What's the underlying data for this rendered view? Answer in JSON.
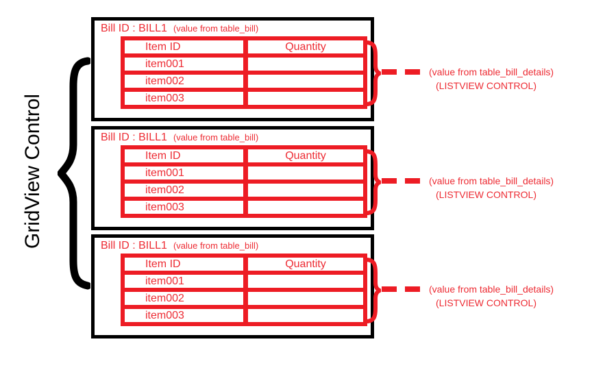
{
  "colors": {
    "accent_red": "#ED1C24",
    "text_red": "#ED2B33",
    "black": "#000000"
  },
  "gridview": {
    "label": "GridView Control"
  },
  "boxes": [
    {
      "bill_label": "Bill ID : BILL1",
      "bill_note": "(value from table_bill)",
      "table": {
        "headers": [
          "Item ID",
          "Quantity"
        ],
        "rows": [
          [
            "item001",
            ""
          ],
          [
            "item002",
            ""
          ],
          [
            "item003",
            ""
          ]
        ]
      },
      "annotation": {
        "line1": "(value from table_bill_details)",
        "line2": "(LISTVIEW CONTROL)"
      }
    },
    {
      "bill_label": "Bill ID : BILL1",
      "bill_note": "(value from table_bill)",
      "table": {
        "headers": [
          "Item ID",
          "Quantity"
        ],
        "rows": [
          [
            "item001",
            ""
          ],
          [
            "item002",
            ""
          ],
          [
            "item003",
            ""
          ]
        ]
      },
      "annotation": {
        "line1": "(value from table_bill_details)",
        "line2": "(LISTVIEW CONTROL)"
      }
    },
    {
      "bill_label": "Bill ID : BILL1",
      "bill_note": "(value from table_bill)",
      "table": {
        "headers": [
          "Item ID",
          "Quantity"
        ],
        "rows": [
          [
            "item001",
            ""
          ],
          [
            "item002",
            ""
          ],
          [
            "item003",
            ""
          ]
        ]
      },
      "annotation": {
        "line1": "(value from table_bill_details)",
        "line2": "(LISTVIEW CONTROL)"
      }
    }
  ]
}
